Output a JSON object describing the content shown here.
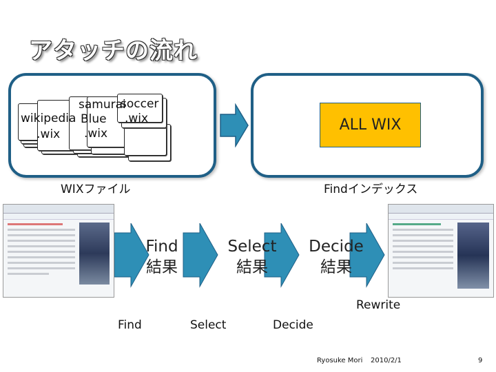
{
  "title": "アタッチの流れ",
  "left_panel": {
    "docs": [
      "wikipedia\n.wix",
      "samurai\nBlue\n.wix",
      "soccer\n.wix"
    ],
    "caption": "WIXファイル"
  },
  "right_panel": {
    "box_label": "ALL WIX",
    "caption": "Findインデックス"
  },
  "stages": [
    {
      "label": "Find\n結果",
      "caption": "Find"
    },
    {
      "label": "Select\n結果",
      "caption": "Select"
    },
    {
      "label": "Decide\n結果",
      "caption": "Decide"
    }
  ],
  "rewrite_caption": "Rewrite",
  "footer": {
    "author": "Ryosuke Mori",
    "date": "2010/2/1",
    "page": "9"
  },
  "colors": {
    "panel_border": "#1f5f86",
    "arrow": "#2e8fb6",
    "allwix_fill": "#ffc000"
  }
}
